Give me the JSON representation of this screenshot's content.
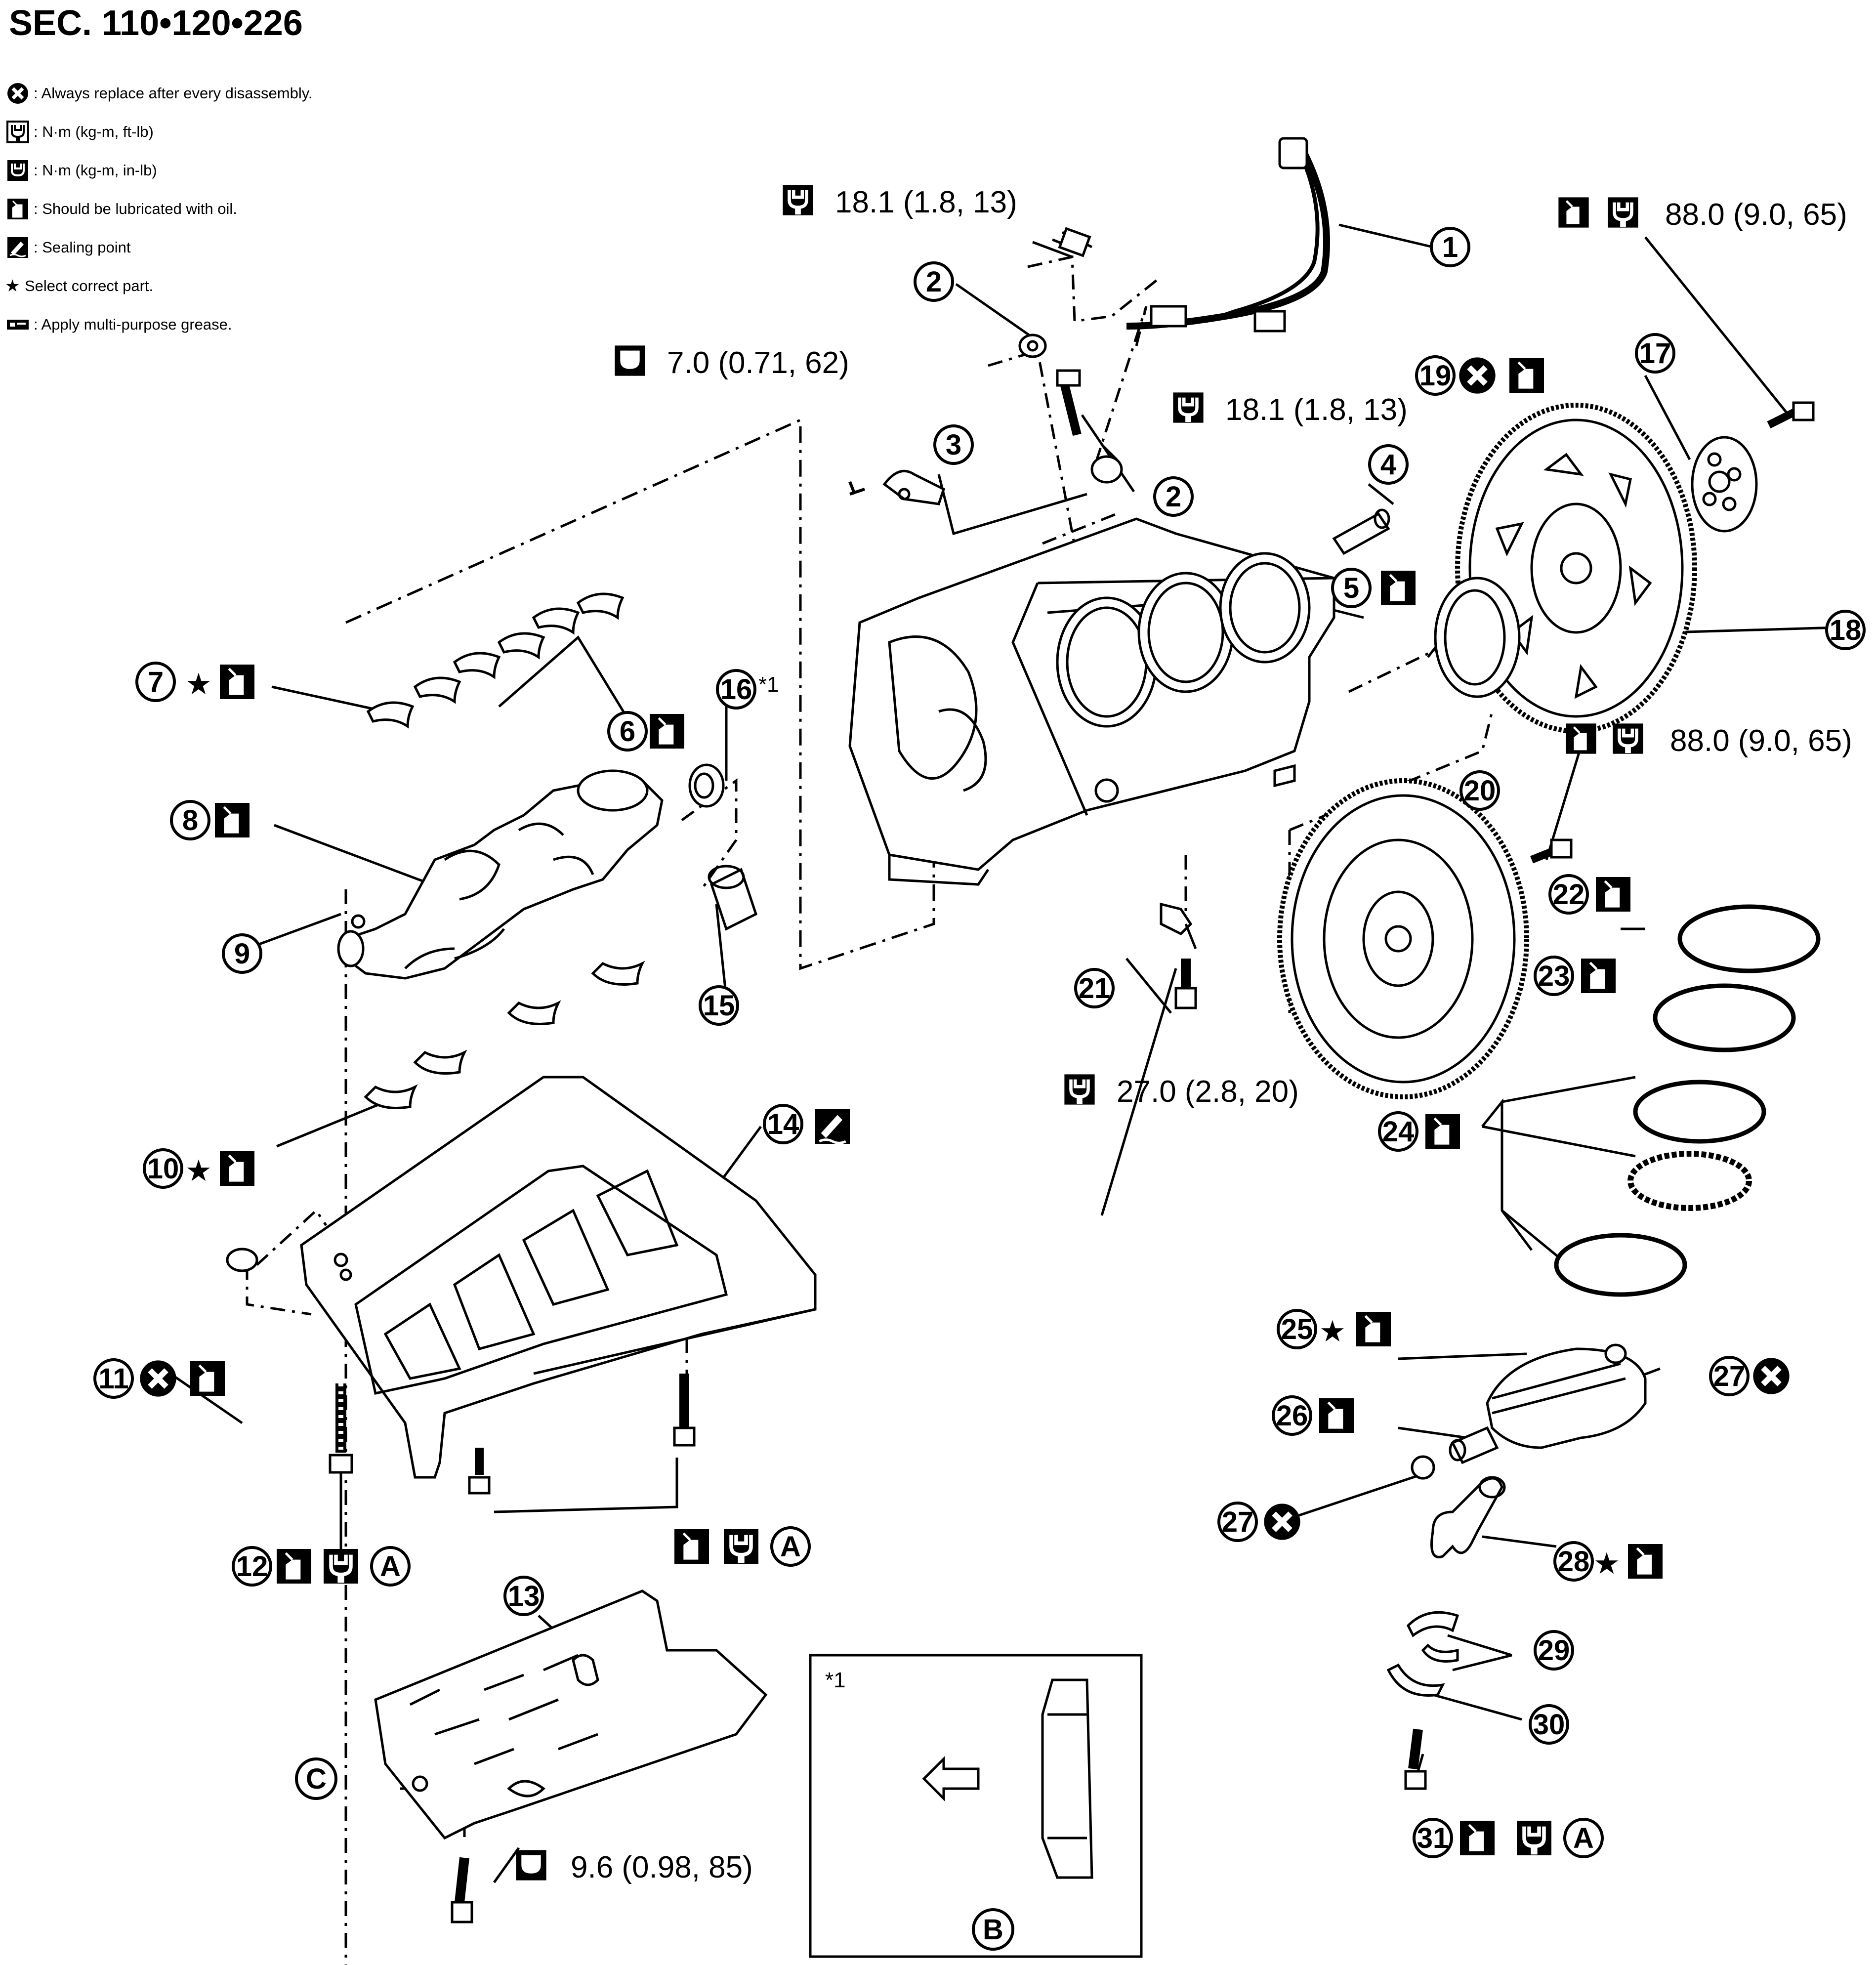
{
  "header": {
    "title": "SEC. 110•120•226"
  },
  "legend": {
    "items": [
      {
        "icon": "replace-icon",
        "text": ": Always replace after every disassembly."
      },
      {
        "icon": "torque-wrench-icon",
        "text": ": N·m (kg-m, ft-lb)"
      },
      {
        "icon": "torque-wrench-filled-icon",
        "text": ": N·m (kg-m, in-lb)"
      },
      {
        "icon": "oil-can-icon",
        "text": ": Should be lubricated with oil."
      },
      {
        "icon": "sealing-icon",
        "text": ": Sealing point"
      },
      {
        "icon": "star-icon",
        "text": "Select correct part."
      },
      {
        "icon": "grease-icon",
        "text": ": Apply multi-purpose grease."
      }
    ]
  },
  "torques": {
    "t1": "18.1 (1.8, 13)",
    "t2": "18.1 (1.8, 13)",
    "t3": "7.0 (0.71, 62)",
    "t4": "88.0 (9.0, 65)",
    "t5": "88.0 (9.0, 65)",
    "t6": "27.0 (2.8, 20)",
    "t7": "9.6 (0.98, 85)"
  },
  "callouts": [
    "1",
    "2",
    "2",
    "3",
    "4",
    "5",
    "6",
    "7",
    "8",
    "9",
    "10",
    "11",
    "12",
    "13",
    "14",
    "15",
    "16",
    "17",
    "18",
    "19",
    "20",
    "21",
    "22",
    "23",
    "24",
    "25",
    "26",
    "27",
    "27",
    "28",
    "29",
    "30",
    "31"
  ],
  "letters": {
    "a1": "A",
    "a2": "A",
    "a3": "A",
    "b": "B",
    "c": "C"
  },
  "notes": {
    "n16": "*1",
    "inset": "*1"
  }
}
